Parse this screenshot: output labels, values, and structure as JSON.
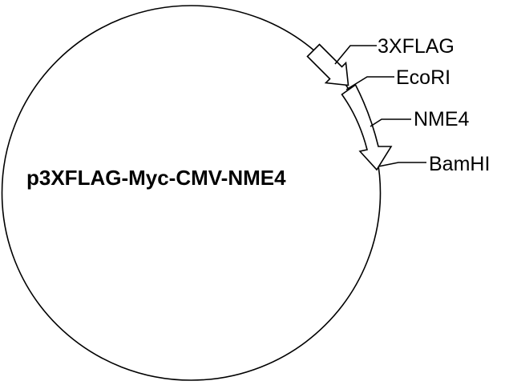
{
  "plasmid": {
    "name": "p3XFLAG-Myc-CMV-NME4"
  },
  "features": [
    {
      "id": "3xflag",
      "label": "3XFLAG",
      "type": "tag"
    },
    {
      "id": "ecori",
      "label": "EcoRI",
      "type": "restriction-site"
    },
    {
      "id": "nme4",
      "label": "NME4",
      "type": "gene"
    },
    {
      "id": "bamhi",
      "label": "BamHI",
      "type": "restriction-site"
    }
  ],
  "colors": {
    "background": "#ffffff",
    "line": "#000000",
    "feature_fill": "#ffffff"
  }
}
